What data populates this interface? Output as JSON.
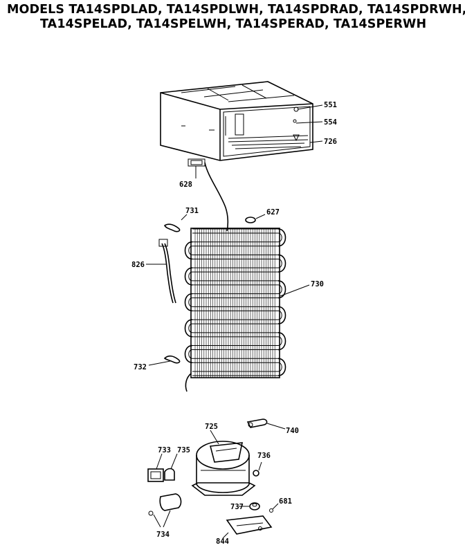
{
  "title": {
    "line1": "MODELS TA14SPDLAD, TA14SPDLWH, TA14SPDRAD, TA14SPDRWH,",
    "line2": "TA14SPELAD, TA14SPELWH, TA14SPERAD, TA14SPERWH"
  },
  "parts": {
    "p551": "551",
    "p554": "554",
    "p726": "726",
    "p628": "628",
    "p731": "731",
    "p627": "627",
    "p826": "826",
    "p730": "730",
    "p732": "732",
    "p725": "725",
    "p740": "740",
    "p733": "733",
    "p735": "735",
    "p736": "736",
    "p737": "737",
    "p681": "681",
    "p734": "734",
    "p844": "844"
  }
}
